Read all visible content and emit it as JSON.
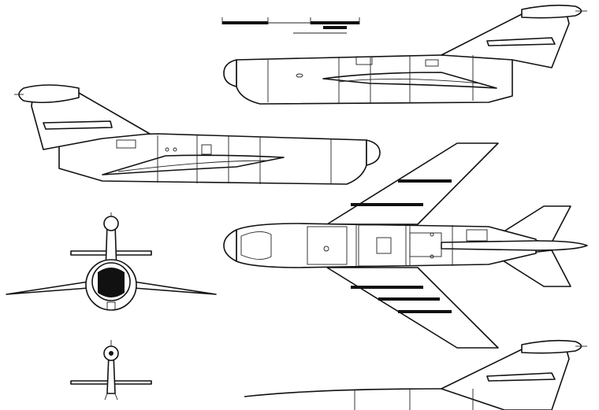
{
  "drawing": {
    "views": [
      {
        "id": "side-upper"
      },
      {
        "id": "side-middle"
      },
      {
        "id": "plan"
      },
      {
        "id": "front-large"
      },
      {
        "id": "front-small"
      },
      {
        "id": "side-lower"
      }
    ],
    "scale_bar": {
      "segments": 2
    },
    "line_color": "#111111",
    "background_color": "#ffffff"
  }
}
